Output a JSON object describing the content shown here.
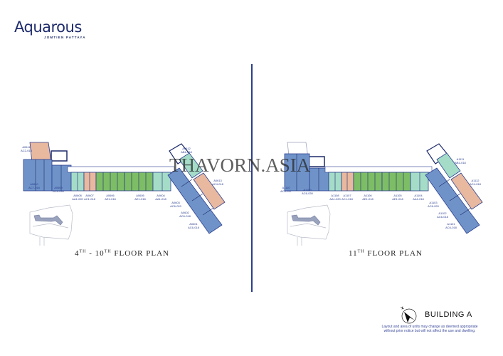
{
  "logo": {
    "brand": "Aquarous",
    "subtitle": "JOMTIEN PATTAYA"
  },
  "watermark": "THAVORN.ASIA",
  "colors": {
    "navy": "#1d2a6b",
    "blue_unit": "#6f93c9",
    "teal_unit": "#a4dcc8",
    "peach_unit": "#e8b89f",
    "green_unit": "#7dbd66",
    "divider": "#2c3f8f"
  },
  "plans": [
    {
      "title_prefix": "4",
      "title_sup1": "TH",
      "title_mid": " - 10",
      "title_sup2": "TH",
      "title_suffix": " FLOOR PLAN",
      "units": [
        {
          "code": "A0611",
          "type": "AC2-018"
        },
        {
          "code": "A0610",
          "type": "AC7-018"
        },
        {
          "code": "A0609",
          "type": "AC6-030"
        },
        {
          "code": "A0608",
          "type": "AA1-020"
        },
        {
          "code": "A0607",
          "type": "AC1-018"
        },
        {
          "code": "A0606",
          "type": "AE1-018"
        },
        {
          "code": "A0605",
          "type": "AE1-018"
        },
        {
          "code": "A0604",
          "type": "AA1-018"
        },
        {
          "code": "A0603",
          "type": "AC6-020"
        },
        {
          "code": "A0602",
          "type": "AC6-018"
        },
        {
          "code": "A0601",
          "type": "AC6-018"
        },
        {
          "code": "A0612",
          "type": "AB1-018"
        },
        {
          "code": "A0613",
          "type": "AC4-018"
        }
      ]
    },
    {
      "title_prefix": "11",
      "title_sup1": "TH",
      "title_mid": "",
      "title_sup2": "",
      "title_suffix": " FLOOR PLAN",
      "units": [
        {
          "code": "A1110",
          "type": "AC6-017"
        },
        {
          "code": "A1109",
          "type": "AC6-030"
        },
        {
          "code": "A1108",
          "type": "AA1-020"
        },
        {
          "code": "A1107",
          "type": "AC1-018"
        },
        {
          "code": "A1106",
          "type": "AE1-018"
        },
        {
          "code": "A1105",
          "type": "AE1-018"
        },
        {
          "code": "A1104",
          "type": "AA1-018"
        },
        {
          "code": "A1103",
          "type": "AC6-020"
        },
        {
          "code": "A1102",
          "type": "AC6-018"
        },
        {
          "code": "A1101",
          "type": "AC6-018"
        },
        {
          "code": "A1111",
          "type": "AB1-018"
        },
        {
          "code": "A1112",
          "type": "AC4-018"
        }
      ]
    }
  ],
  "building": {
    "label": "BUILDING A",
    "compass_icon": "north-arrow-icon"
  },
  "disclaimer": "Layout and area of units may change as deemed appropriate without prior notice but will not affect the use and dwelling."
}
